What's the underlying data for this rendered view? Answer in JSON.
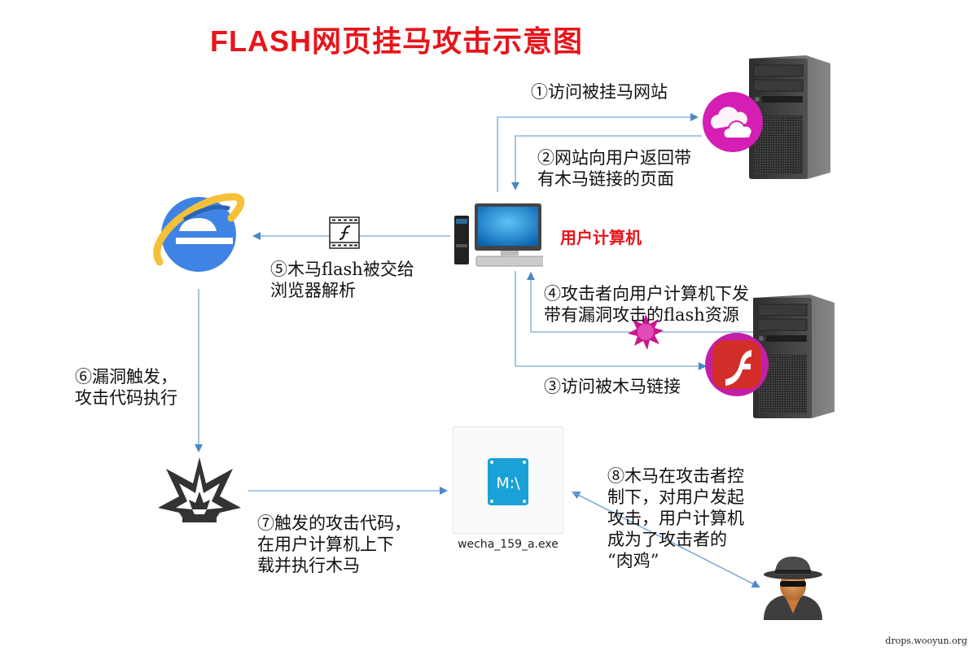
{
  "title": {
    "prefix": "FLASH",
    "suffix": "网页挂马攻击示意图"
  },
  "nodes": {
    "user_computer": {
      "label": "用户计算机",
      "icon": "desktop-computer-icon"
    },
    "hacked_website_server": {
      "icon": "server-tower-icon",
      "badge_icon": "cloud-icon",
      "badge_color": "#d51eb4"
    },
    "trojan_server": {
      "icon": "server-tower-icon",
      "badge_icon": "flash-player-icon",
      "badge_color": "#d62e2b"
    },
    "browser": {
      "icon": "internet-explorer-icon"
    },
    "exploit": {
      "icon": "explosion-icon"
    },
    "trojan_file": {
      "icon": "drive-m-icon",
      "filename": "wecha_159_a.exe",
      "glyph": "M:\\"
    },
    "attacker": {
      "icon": "hacker-spy-icon"
    },
    "flash_file": {
      "icon": "flash-film-icon"
    },
    "malware": {
      "icon": "virus-icon"
    }
  },
  "steps": [
    {
      "id": 1,
      "lines": [
        "①访问被挂马网站"
      ]
    },
    {
      "id": 2,
      "lines": [
        "②网站向用户返回带",
        "有木马链接的页面"
      ]
    },
    {
      "id": 3,
      "lines": [
        "③访问被木马链接"
      ]
    },
    {
      "id": 4,
      "lines": [
        "④攻击者向用户计算机下发",
        "带有漏洞攻击的flash资源"
      ]
    },
    {
      "id": 5,
      "lines": [
        "⑤木马flash被交给",
        "浏览器解析"
      ]
    },
    {
      "id": 6,
      "lines": [
        "⑥漏洞触发，",
        "攻击代码执行"
      ]
    },
    {
      "id": 7,
      "lines": [
        "⑦触发的攻击代码，",
        "在用户计算机上下",
        "载并执行木马"
      ]
    },
    {
      "id": 8,
      "lines": [
        "⑧木马在攻击者控",
        "制下，对用户发起",
        "攻击，用户计算机",
        "成为了攻击者的",
        "“肉鸡”"
      ]
    }
  ],
  "colors": {
    "title": "#e8141b",
    "arrow": "#6a9ccf",
    "arrowhead": "#4a88c8"
  },
  "watermark": "drops.wooyun.org"
}
